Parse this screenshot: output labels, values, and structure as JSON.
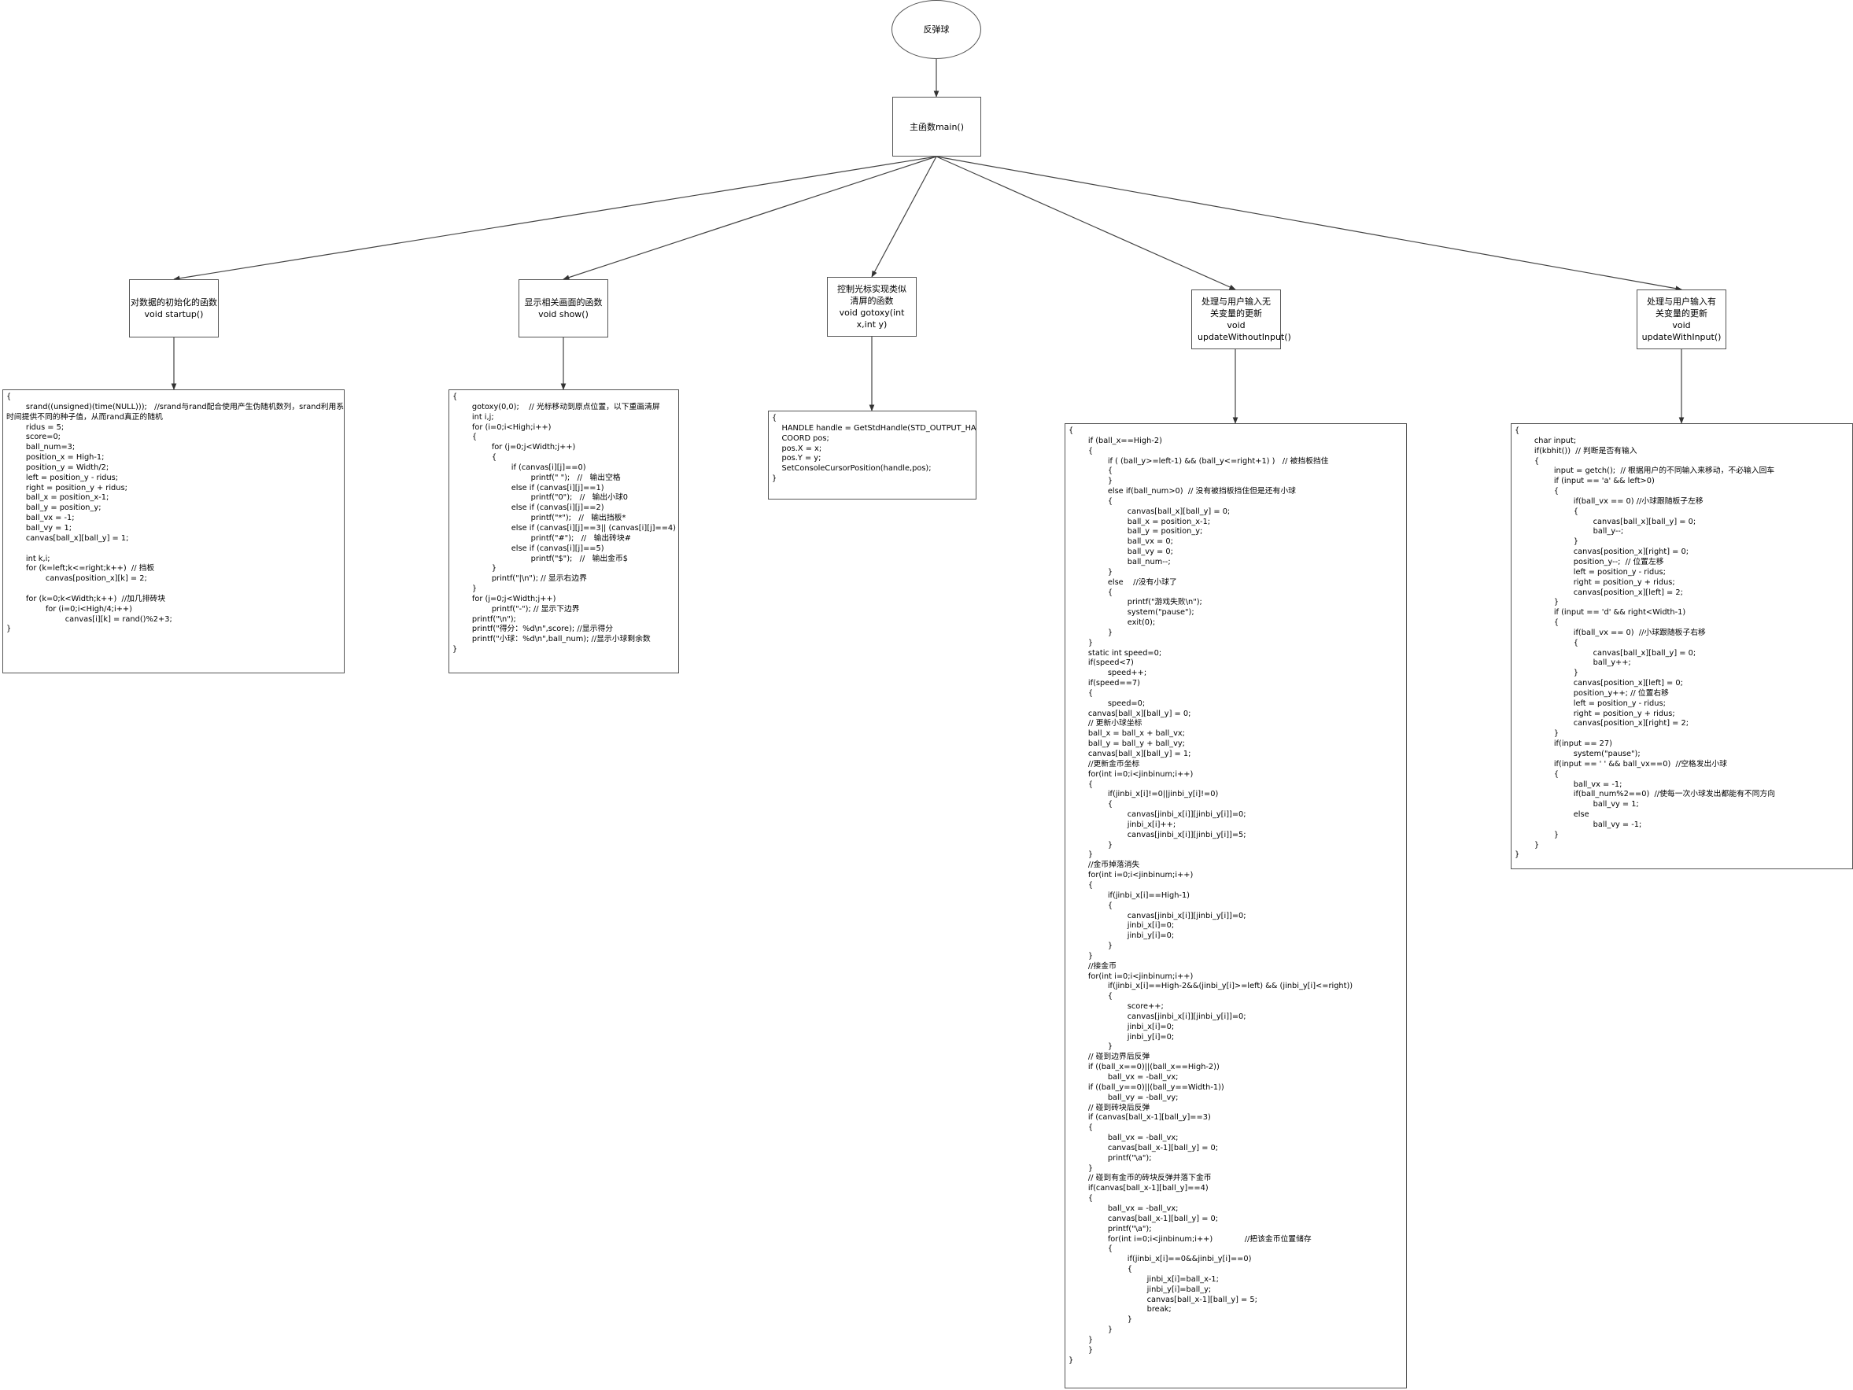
{
  "diagram": {
    "root": {
      "label": "反弹球"
    },
    "main": {
      "label": "主函数main()"
    },
    "functions": [
      {
        "id": "startup",
        "title": "对数据的初始化的函数",
        "signature": "void startup()"
      },
      {
        "id": "show",
        "title": "显示相关画面的函数",
        "signature": "void show()"
      },
      {
        "id": "gotoxy",
        "title": "控制光标实现类似清屏的函数",
        "signature": "void gotoxy(int x,int y)"
      },
      {
        "id": "update-without-input",
        "title": "处理与用户输入无关变量的更新",
        "signature": "void updateWithoutInput()"
      },
      {
        "id": "update-with-input",
        "title": "处理与用户输入有关变量的更新",
        "signature": "void updateWithInput()"
      }
    ],
    "code_blocks": [
      {
        "id": "startup",
        "lines": [
          "{",
          "        srand((unsigned)(time(NULL)));   //srand与rand配合使用产生伪随机数列，srand利用系统",
          "时间提供不同的种子值，从而rand真正的随机",
          "        ridus = 5;",
          "        score=0;",
          "        ball_num=3;",
          "        position_x = High-1;",
          "        position_y = Width/2;",
          "        left = position_y - ridus;",
          "        right = position_y + ridus;",
          "        ball_x = position_x-1;",
          "        ball_y = position_y;",
          "        ball_vx = -1;",
          "        ball_vy = 1;",
          "        canvas[ball_x][ball_y] = 1;",
          "",
          "        int k,i;",
          "        for (k=left;k<=right;k++)  // 挡板",
          "                canvas[position_x][k] = 2;",
          "",
          "        for (k=0;k<Width;k++)  //加几排砖块",
          "                for (i=0;i<High/4;i++)",
          "                        canvas[i][k] = rand()%2+3;",
          "}"
        ]
      },
      {
        "id": "show",
        "lines": [
          "{",
          "        gotoxy(0,0);    // 光标移动到原点位置，以下重画清屏",
          "        int i,j;",
          "        for (i=0;i<High;i++)",
          "        {",
          "                for (j=0;j<Width;j++)",
          "                {",
          "                        if (canvas[i][j]==0)",
          "                                printf(\" \");   //   输出空格",
          "                        else if (canvas[i][j]==1)",
          "                                printf(\"0\");   //   输出小球0",
          "                        else if (canvas[i][j]==2)",
          "                                printf(\"*\");   //   输出挡板*",
          "                        else if (canvas[i][j]==3|| (canvas[i][j]==4)",
          "                                printf(\"#\");   //   输出砖块#",
          "                        else if (canvas[i][j]==5)",
          "                                printf(\"$\");   //   输出金币$",
          "                }",
          "                printf(\"|\\n\"); // 显示右边界",
          "        }",
          "        for (j=0;j<Width;j++)",
          "                printf(\"-\"); // 显示下边界",
          "        printf(\"\\n\");",
          "        printf(\"得分：%d\\n\",score); //显示得分",
          "        printf(\"小球：%d\\n\",ball_num); //显示小球剩余数",
          "}"
        ]
      },
      {
        "id": "gotoxy",
        "lines": [
          "{",
          "    HANDLE handle = GetStdHandle(STD_OUTPUT_HANDLE);",
          "    COORD pos;",
          "    pos.X = x;",
          "    pos.Y = y;",
          "    SetConsoleCursorPosition(handle,pos);",
          "}"
        ]
      },
      {
        "id": "update-without-input",
        "lines": [
          "{",
          "        if (ball_x==High-2)",
          "        {",
          "                if ( (ball_y>=left-1) && (ball_y<=right+1) )   // 被挡板挡住",
          "                {",
          "                }",
          "                else if(ball_num>0)  // 没有被挡板挡住但是还有小球",
          "                {",
          "                        canvas[ball_x][ball_y] = 0;",
          "                        ball_x = position_x-1;",
          "                        ball_y = position_y;",
          "                        ball_vx = 0;",
          "                        ball_vy = 0;",
          "                        ball_num--;",
          "                }",
          "                else    //没有小球了",
          "                {",
          "                        printf(\"游戏失败\\n\");",
          "                        system(\"pause\");",
          "                        exit(0);",
          "                }",
          "        }",
          "        static int speed=0;",
          "        if(speed<7)",
          "                speed++;",
          "        if(speed==7)",
          "        {",
          "                speed=0;",
          "        canvas[ball_x][ball_y] = 0;",
          "        // 更新小球坐标",
          "        ball_x = ball_x + ball_vx;",
          "        ball_y = ball_y + ball_vy;",
          "        canvas[ball_x][ball_y] = 1;",
          "        //更新金币坐标",
          "        for(int i=0;i<jinbinum;i++)",
          "        {",
          "                if(jinbi_x[i]!=0||jinbi_y[i]!=0)",
          "                {",
          "                        canvas[jinbi_x[i]][jinbi_y[i]]=0;",
          "                        jinbi_x[i]++;",
          "                        canvas[jinbi_x[i]][jinbi_y[i]]=5;",
          "                }",
          "        }",
          "        //金币掉落消失",
          "        for(int i=0;i<jinbinum;i++)",
          "        {",
          "                if(jinbi_x[i]==High-1)",
          "                {",
          "                        canvas[jinbi_x[i]][jinbi_y[i]]=0;",
          "                        jinbi_x[i]=0;",
          "                        jinbi_y[i]=0;",
          "                }",
          "        }",
          "        //接金币",
          "        for(int i=0;i<jinbinum;i++)",
          "                if(jinbi_x[i]==High-2&&(jinbi_y[i]>=left) && (jinbi_y[i]<=right))",
          "                {",
          "                        score++;",
          "                        canvas[jinbi_x[i]][jinbi_y[i]]=0;",
          "                        jinbi_x[i]=0;",
          "                        jinbi_y[i]=0;",
          "                }",
          "        // 碰到边界后反弹",
          "        if ((ball_x==0)||(ball_x==High-2))",
          "                ball_vx = -ball_vx;",
          "        if ((ball_y==0)||(ball_y==Width-1))",
          "                ball_vy = -ball_vy;",
          "        // 碰到砖块后反弹",
          "        if (canvas[ball_x-1][ball_y]==3)",
          "        {",
          "                ball_vx = -ball_vx;",
          "                canvas[ball_x-1][ball_y] = 0;",
          "                printf(\"\\a\");",
          "        }",
          "        // 碰到有金币的砖块反弹并落下金币",
          "        if(canvas[ball_x-1][ball_y]==4)",
          "        {",
          "                ball_vx = -ball_vx;",
          "                canvas[ball_x-1][ball_y] = 0;",
          "                printf(\"\\a\");",
          "                for(int i=0;i<jinbinum;i++)             //把该金币位置储存",
          "                {",
          "                        if(jinbi_x[i]==0&&jinbi_y[i]==0)",
          "                        {",
          "                                jinbi_x[i]=ball_x-1;",
          "                                jinbi_y[i]=ball_y;",
          "                                canvas[ball_x-1][ball_y] = 5;",
          "                                break;",
          "                        }",
          "                }",
          "        }",
          "        }",
          "}"
        ]
      },
      {
        "id": "update-with-input",
        "lines": [
          "{",
          "        char input;",
          "        if(kbhit())  // 判断是否有输入",
          "        {",
          "                input = getch();  // 根据用户的不同输入来移动，不必输入回车",
          "                if (input == 'a' && left>0)",
          "                {",
          "                        if(ball_vx == 0) //小球跟随板子左移",
          "                        {",
          "                                canvas[ball_x][ball_y] = 0;",
          "                                ball_y--;",
          "                        }",
          "                        canvas[position_x][right] = 0;",
          "                        position_y--;  // 位置左移",
          "                        left = position_y - ridus;",
          "                        right = position_y + ridus;",
          "                        canvas[position_x][left] = 2;",
          "                }",
          "                if (input == 'd' && right<Width-1)",
          "                {",
          "                        if(ball_vx == 0)  //小球跟随板子右移",
          "                        {",
          "                                canvas[ball_x][ball_y] = 0;",
          "                                ball_y++;",
          "                        }",
          "                        canvas[position_x][left] = 0;",
          "                        position_y++; // 位置右移",
          "                        left = position_y - ridus;",
          "                        right = position_y + ridus;",
          "                        canvas[position_x][right] = 2;",
          "                }",
          "                if(input == 27)",
          "                        system(\"pause\");",
          "                if(input == ' ' && ball_vx==0)  //空格发出小球",
          "                {",
          "                        ball_vx = -1;",
          "                        if(ball_num%2==0)  //使每一次小球发出都能有不同方向",
          "                                ball_vy = 1;",
          "                        else",
          "                                ball_vy = -1;",
          "                }",
          "        }",
          "}"
        ]
      }
    ]
  }
}
